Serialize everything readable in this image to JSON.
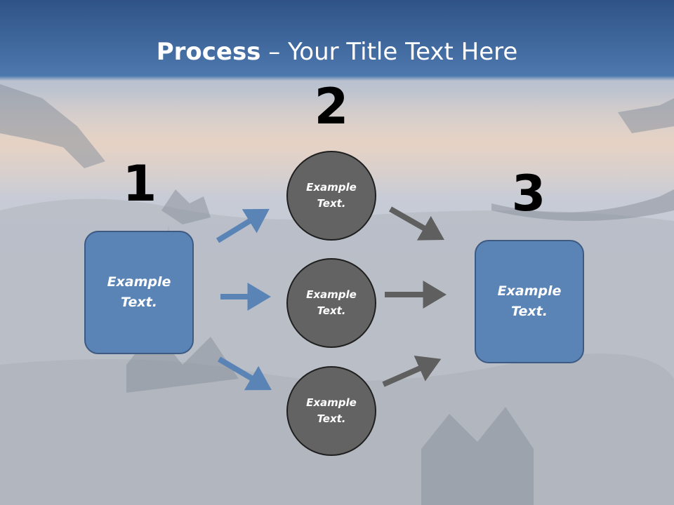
{
  "title": {
    "bold": "Process",
    "rest": " – Your Title Text Here"
  },
  "steps": {
    "one": "1",
    "two": "2",
    "three": "3"
  },
  "nodes": {
    "start": "Example\nText.",
    "mid_top": "Example\nText.",
    "mid_center": "Example\nText.",
    "mid_bottom": "Example\nText.",
    "end": "Example\nText."
  },
  "colors": {
    "box": "#5b84b6",
    "circle": "#636363",
    "arrow_blue": "#5b84b6",
    "arrow_gray": "#5f5f5f"
  }
}
